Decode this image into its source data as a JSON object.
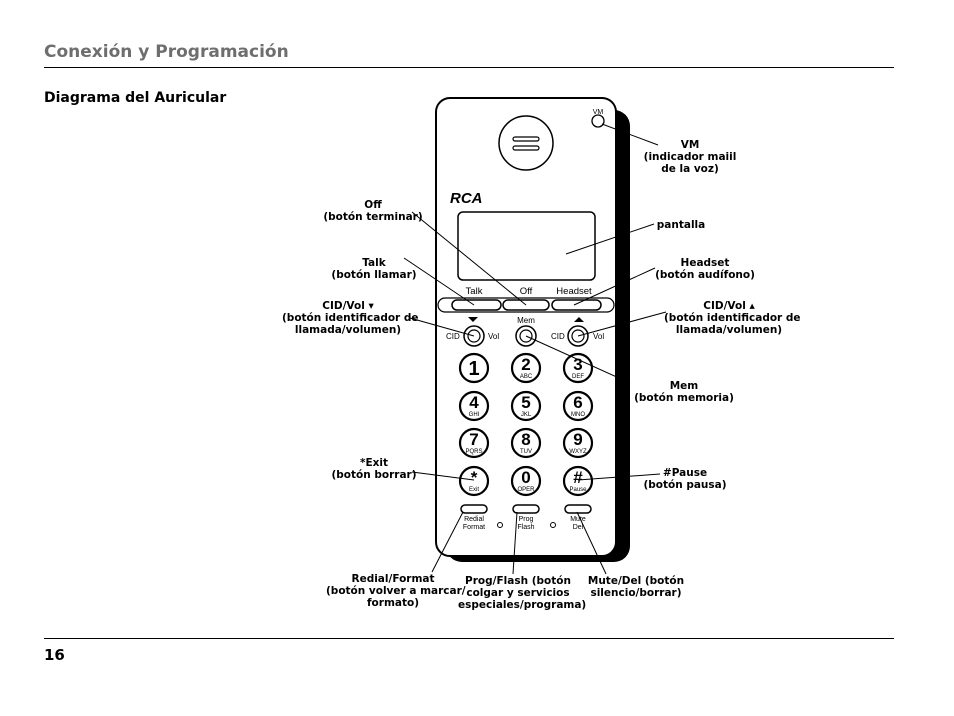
{
  "header": {
    "title": "Conexión y Programación"
  },
  "diagram": {
    "title": "Diagrama del Auricular"
  },
  "footer": {
    "page_number": "16"
  },
  "phone": {
    "brand": "RCA",
    "vm_label": "VM",
    "talk_label": "Talk",
    "off_label": "Off",
    "headset_label": "Headset",
    "mem_label": "Mem",
    "cid_label": "CID",
    "vol_label": "Vol",
    "keys": [
      {
        "digit": "1",
        "letters": ""
      },
      {
        "digit": "2",
        "letters": "ABC"
      },
      {
        "digit": "3",
        "letters": "DEF"
      },
      {
        "digit": "4",
        "letters": "GHI"
      },
      {
        "digit": "5",
        "letters": "JKL"
      },
      {
        "digit": "6",
        "letters": "MNO"
      },
      {
        "digit": "7",
        "letters": "PQRS"
      },
      {
        "digit": "8",
        "letters": "TUV"
      },
      {
        "digit": "9",
        "letters": "WXYZ"
      },
      {
        "digit": "*",
        "letters": "Exit"
      },
      {
        "digit": "0",
        "letters": "OPER"
      },
      {
        "digit": "#",
        "letters": "Pause"
      }
    ],
    "redial_label_1": "Redial",
    "redial_label_2": "Format",
    "prog_label_1": "Prog",
    "prog_label_2": "Flash",
    "mute_label_1": "Mute",
    "mute_label_2": "Del"
  },
  "callouts": {
    "vm": "VM\n(indicador maiil\nde la voz)",
    "off": "Off\n(botón terminar)",
    "pantalla": "pantalla",
    "talk": "Talk\n(botón llamar)",
    "headset": "Headset\n(botón audífono)",
    "cid_vol_down": "CID/Vol ▾\n(botón identificador de\nllamada/volumen)",
    "cid_vol_up": "CID/Vol ▴\n(botón identificador de\nllamada/volumen)",
    "mem": "Mem\n(botón memoria)",
    "exit": "*Exit\n(botón borrar)",
    "pause": "#Pause\n(botón pausa)",
    "redial": "Redial/Format\n(botón volver a marcar/\nformato)",
    "prog": "Prog/Flash (botón\ncolgar y servicios\nespeciales/programa)",
    "mute": "Mute/Del (botón\nsilencio/borrar)"
  }
}
